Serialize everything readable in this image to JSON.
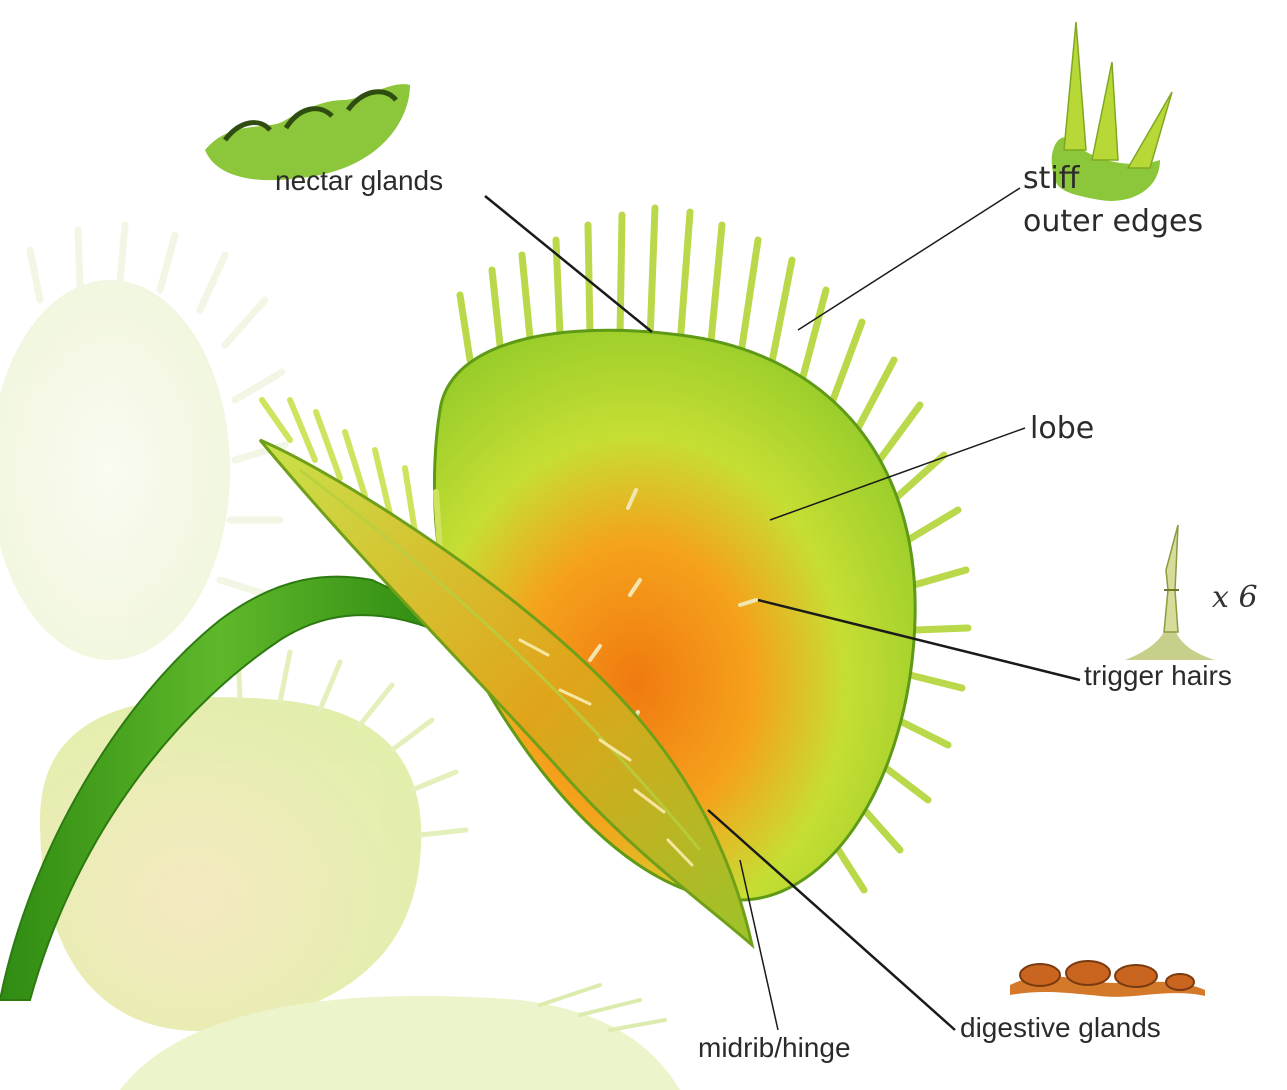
{
  "diagram": {
    "labels": {
      "nectar_glands": "nectar glands",
      "stiff": "stiff",
      "outer_edges": "outer edges",
      "lobe": "lobe",
      "times_six": "x 6",
      "trigger_hairs": "trigger hairs",
      "digestive_glands": "digestive glands",
      "midrib_hinge": "midrib/hinge"
    },
    "colors": {
      "leaf_light": "#d8ef7a",
      "leaf_mid": "#9ccf2c",
      "leaf_dark": "#4f9a10",
      "lobe_orange": "#f08a12",
      "stem": "#3e9a1a",
      "line": "#1a1a1a",
      "text": "#2b2b2b"
    }
  }
}
